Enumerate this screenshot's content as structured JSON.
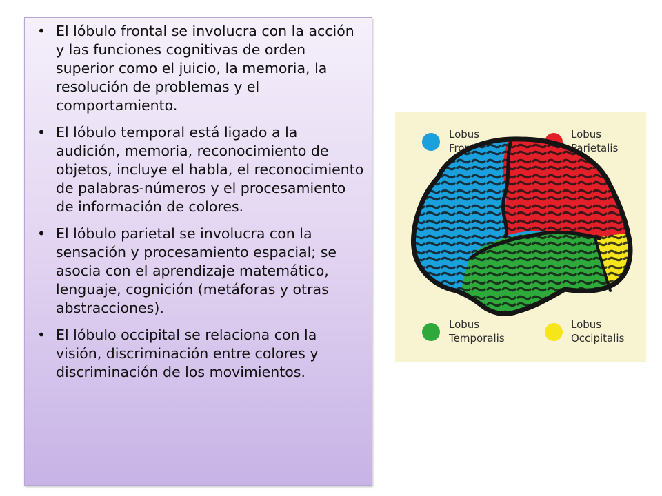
{
  "bullets": [
    {
      "text": "El lóbulo frontal se involucra con la acción y las funciones cognitivas de orden superior  como el juicio, la memoria, la resolución de problemas y el comportamiento."
    },
    {
      "text": "El lóbulo temporal está ligado a la audición, memoria, reconocimiento de objetos, incluye el habla, el reconocimiento de palabras-números y el procesamiento de información de colores."
    },
    {
      "text": "El lóbulo parietal se involucra con la sensación y procesamiento espacial; se asocia con el aprendizaje matemático, lenguaje, cognición (metáforas y otras abstracciones)."
    },
    {
      "text": "El lóbulo occipital se relaciona con la visión, discriminación entre colores y discriminación de los movimientos."
    }
  ],
  "bullet_glyph": "•",
  "legend": {
    "frontal": {
      "line1": "Lobus",
      "line2": "Frontalis",
      "color": "#1aa0dc"
    },
    "parietal": {
      "line1": "Lobus",
      "line2": "Parietalis",
      "color": "#e3202a"
    },
    "temporal": {
      "line1": "Lobus",
      "line2": "Temporalis",
      "color": "#2eaa3c"
    },
    "occipital": {
      "line1": "Lobus",
      "line2": "Occipitalis",
      "color": "#f6e51a"
    }
  },
  "figure": {
    "background": "#f8f3d0",
    "outline_color": "#151515"
  }
}
